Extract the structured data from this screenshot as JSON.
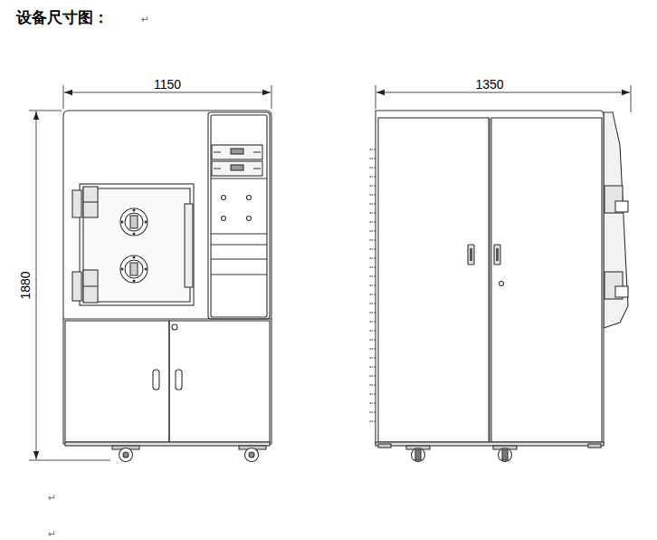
{
  "diagram": {
    "title": "设备尺寸图：",
    "labels": [
      "↵",
      "1150",
      "1350",
      "1880",
      "↵",
      "↵"
    ]
  }
}
